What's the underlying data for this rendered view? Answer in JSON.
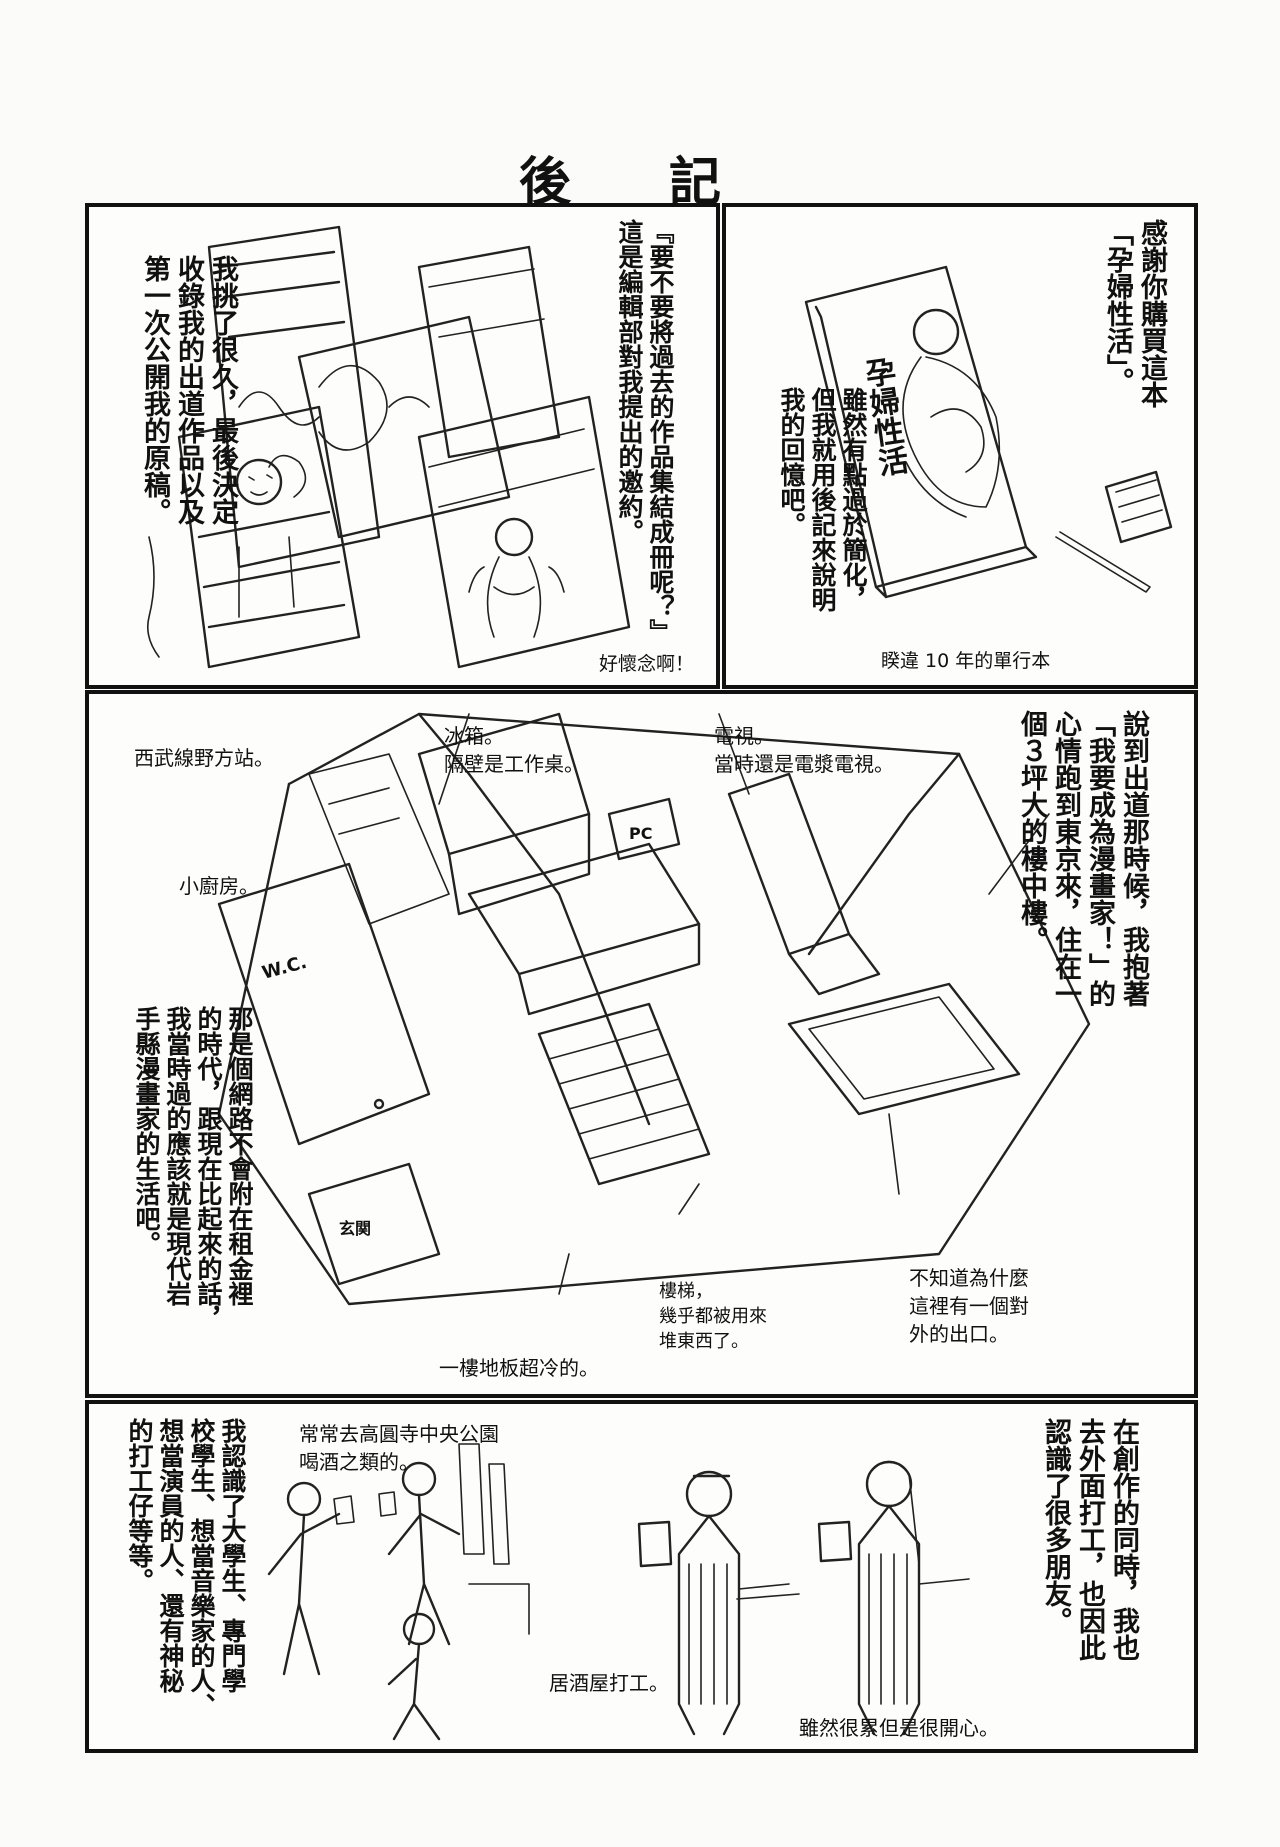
{
  "page_title": "後 記",
  "panel1": {
    "quote": "『要不要將過去的作品集結成冊呢？』\n這是編輯部對我提出的邀約。",
    "text": "我挑了很久，最後決定\n收錄我的出道作品以及\n第一次公開我的原稿。",
    "note": "好懷念啊！"
  },
  "panel2": {
    "text1": "感謝你購買這本\n「孕婦性活」。",
    "text2": "雖然有點過於簡化，\n但我就用後記來說明\n我的回憶吧。",
    "cover_title": "孕婦性活",
    "caption": "睽違 10 年的單行本"
  },
  "panel3": {
    "station": "西武線野方站。",
    "fridge": "冰箱。\n隔壁是工作桌。",
    "tv": "電視。\n當時還是電漿電視。",
    "kitchen": "小廚房。",
    "main_text": "說到出道那時候，我抱著\n「我要成為漫畫家！」的\n心情跑到東京來，住在一\n個３坪大的樓中樓。",
    "era_text": "那是個網路不會附在租金裡\n的時代，跟現在比起來的話，\n我當時過的應該就是現代岩\n手縣漫畫家的生活吧。",
    "stairs": "樓梯，\n幾乎都被用來\n堆東西了。",
    "exit": "不知道為什麼\n這裡有一個對\n外的出口。",
    "floor": "一樓地板超冷的。",
    "wc_label": "W.C.",
    "pc_label": "PC",
    "entrance_label": "玄関"
  },
  "panel4": {
    "park": "常常去高圓寺中央公園\n喝酒之類的。",
    "friends_text": "我認識了大學生、專門學\n校學生、想當音樂家的人、\n想當演員的人、還有神秘\n的打工仔等等。",
    "work_text": "在創作的同時，我也\n去外面打工，也因此\n認識了很多朋友。",
    "izakaya": "居酒屋打工。",
    "tired": "雖然很累但是很開心。"
  }
}
